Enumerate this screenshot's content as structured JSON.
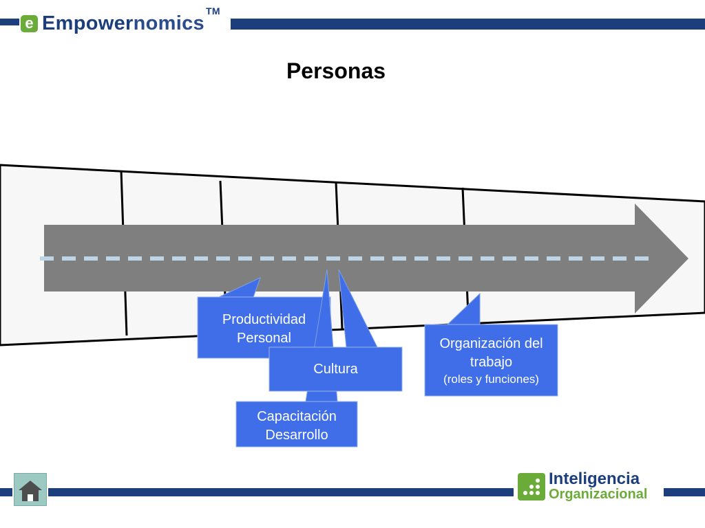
{
  "header": {
    "logo_letter": "e",
    "logo_word_a": "Empower",
    "logo_word_b": "nomics",
    "trademark": "TM"
  },
  "title": "Personas",
  "callouts": {
    "productividad": {
      "line1": "Productividad",
      "line2": "Personal"
    },
    "cultura": {
      "line1": "Cultura"
    },
    "capacitacion": {
      "line1": "Capacitación",
      "line2": "Desarrollo"
    },
    "organizacion": {
      "line1": "Organización del",
      "line2": "trabajo",
      "line3": "(roles y funciones)"
    }
  },
  "footer": {
    "brand_line1": "Inteligencia",
    "brand_line2": "Organizacional"
  },
  "colors": {
    "navy": "#1c3e7c",
    "green": "#6bab3a",
    "callout_blue": "#3f6ee8",
    "arrow_gray": "#7f7f7f",
    "dash": "#bcd6e6"
  },
  "icons": {
    "home": "home-icon"
  }
}
